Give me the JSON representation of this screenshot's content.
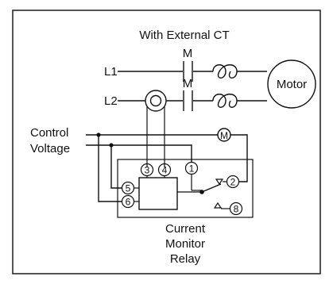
{
  "title": "With External CT",
  "labels": {
    "l1": "L1",
    "l2": "L2",
    "contact_m1": "M",
    "contact_m2": "M",
    "motor": "Motor",
    "control_voltage_line1": "Control",
    "control_voltage_line2": "Voltage",
    "coil_m": "M",
    "relay_line1": "Current",
    "relay_line2": "Monitor",
    "relay_line3": "Relay"
  },
  "terminals": {
    "t1": "1",
    "t2": "2",
    "t3": "3",
    "t4": "4",
    "t5": "5",
    "t6": "6",
    "t8": "8"
  },
  "colors": {
    "ink": "#111111",
    "background": "#ffffff",
    "border": "#2a2a2a"
  }
}
